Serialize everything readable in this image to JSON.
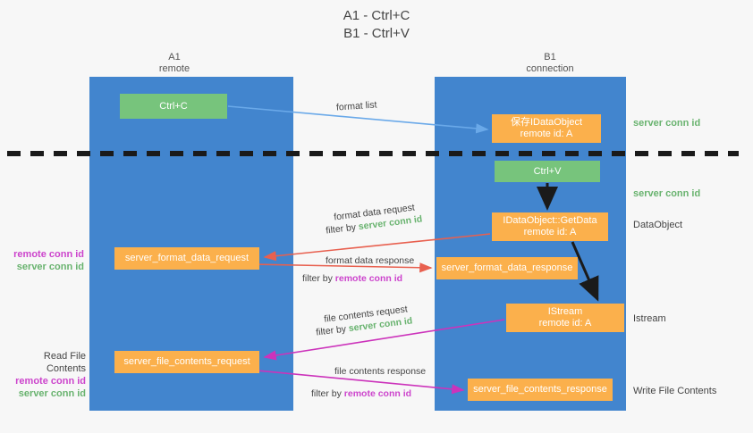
{
  "title": {
    "line1": "A1 - Ctrl+C",
    "line2": "B1 - Ctrl+V"
  },
  "lanes": [
    {
      "id": "a1",
      "name": "A1",
      "subtitle": "remote",
      "color": "#4285ce"
    },
    {
      "id": "b1",
      "name": "B1",
      "subtitle": "connection",
      "color": "#4285ce"
    }
  ],
  "colors": {
    "lane": "#4285ce",
    "green_box": "#77c47c",
    "orange_box": "#fbb04c",
    "server_conn_id": "#69b36f",
    "remote_conn_id": "#cc44cc",
    "arrow_blue": "#6aa9e9",
    "arrow_red": "#e8604f",
    "arrow_magenta": "#cc33bb",
    "arrow_black": "#1a1a1a",
    "background": "#f7f7f7"
  },
  "boxes": {
    "ctrl_c": {
      "label": "Ctrl+C",
      "style": "green"
    },
    "ctrl_v": {
      "label": "Ctrl+V",
      "style": "green"
    },
    "save_idataobject": {
      "line1": "保存IDataObject",
      "line2": "remote id: A",
      "style": "orange"
    },
    "getdata": {
      "line1": "IDataObject::GetData",
      "line2": "remote id: A",
      "style": "orange"
    },
    "istream": {
      "line1": "IStream",
      "line2": "remote id: A",
      "style": "orange"
    },
    "server_format_data_request": {
      "label": "server_format_data_request",
      "style": "orange"
    },
    "server_format_data_response": {
      "label": "server_format_data_response",
      "style": "orange"
    },
    "server_file_contents_request": {
      "label": "server_file_contents_request",
      "style": "orange"
    },
    "server_file_contents_response": {
      "label": "server_file_contents_response",
      "style": "orange"
    }
  },
  "right_labels": {
    "server_conn_id_1": "server conn id",
    "server_conn_id_2": "server conn id",
    "dataobject": "DataObject",
    "istream": "Istream",
    "write_file_contents": "Write File Contents"
  },
  "left_labels": {
    "remote_conn_id_1": "remote conn id",
    "server_conn_id_1": "server conn id",
    "read_file_contents": "Read File Contents",
    "remote_conn_id_2": "remote conn id",
    "server_conn_id_2": "server conn id"
  },
  "captions": {
    "format_list": "format list",
    "format_data_request": "format data request",
    "filter_by": "filter by",
    "server_conn_id": "server conn id",
    "remote_conn_id": "remote conn id",
    "format_data_response": "format data response",
    "file_contents_request": "file contents request",
    "file_contents_response": "file contents response"
  }
}
